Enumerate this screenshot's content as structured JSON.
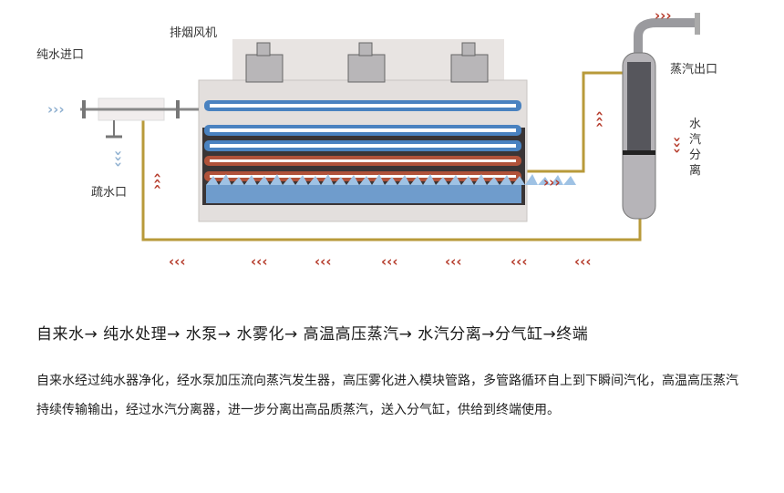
{
  "labels": {
    "pure_water_inlet": "纯水进口",
    "exhaust_fan": "排烟风机",
    "drain_outlet": "疏水口",
    "steam_outlet": "蒸汽出口",
    "water_steam_separation": [
      "水",
      "汽",
      "分",
      "离"
    ]
  },
  "colors": {
    "water_pipe": "#4a82c0",
    "hot_pipe": "#b0523a",
    "arrow_red": "#b53a2a",
    "arrow_blue": "#8fb0d0",
    "return_pipe": "#b89a3a"
  },
  "process_flow": "自来水→ 纯水处理→ 水泵→ 水雾化→ 高温高压蒸汽→ 水汽分离→分气缸→终端",
  "description": "自来水经过纯水器净化，经水泵加压流向蒸汽发生器，高压雾化进入模块管路，多管路循环自上到下瞬间汽化，高温高压蒸汽持续传输输出，经过水汽分离器，进一步分离出高品质蒸汽，送入分气缸，供给到终端使用。"
}
